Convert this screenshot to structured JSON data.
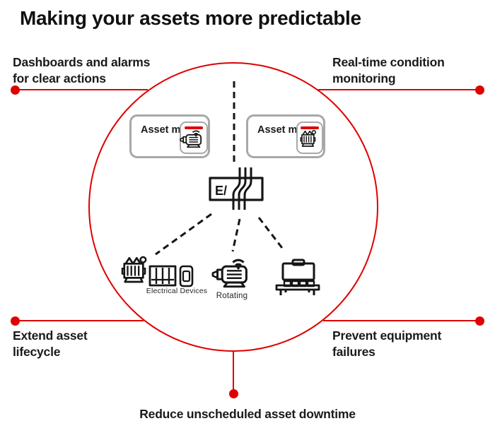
{
  "title": "Making your assets more predictable",
  "colors": {
    "accent_red": "#e00000",
    "border_grey": "#a8a8a8",
    "icon_black": "#151515",
    "text_black": "#1a1a1a"
  },
  "callouts": {
    "top_left": {
      "line1": "Dashboards and alarms",
      "line2": "for clear actions"
    },
    "top_right": {
      "line1": "Real-time condition",
      "line2": "monitoring"
    },
    "bottom_left": {
      "line1": "Extend asset",
      "line2": "lifecycle"
    },
    "bottom_right": {
      "line1": "Prevent equipment",
      "line2": "failures"
    },
    "bottom_center": {
      "text": "Reduce unscheduled asset downtime"
    }
  },
  "diagram": {
    "asset_models": [
      {
        "line1": "Asset",
        "line2": "model",
        "icon": "motor-wifi-icon"
      },
      {
        "line1": "Asset",
        "line2": "model",
        "icon": "transformer-icon"
      }
    ],
    "hub": {
      "label": "E/",
      "icon": "substation-icon"
    },
    "device_groups": [
      {
        "label": "Electrical Devices",
        "icons": [
          "transformer-icon",
          "switchgear-cabinet-icon",
          "protection-relay-icon"
        ]
      },
      {
        "label": "Rotating",
        "icons": [
          "motor-wifi-icon"
        ]
      },
      {
        "label": "",
        "icons": [
          "machine-icon"
        ]
      }
    ]
  }
}
